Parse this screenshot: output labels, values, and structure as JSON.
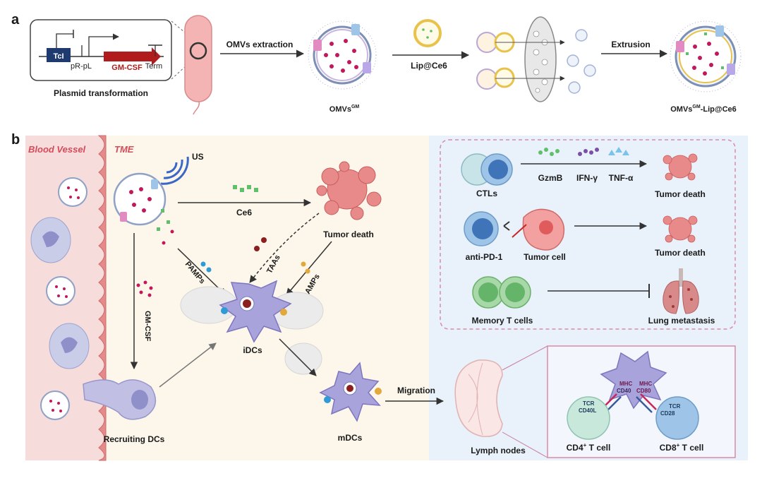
{
  "panels": {
    "a": "a",
    "b": "b"
  },
  "panel_a": {
    "plasmid": {
      "tci": "TcI",
      "promoter": "pR-pL",
      "gene": "GM-CSF",
      "terminator": "Term",
      "caption": "Plasmid transformation"
    },
    "steps": {
      "omv_extraction": "OMVs extraction",
      "lip_ce6": "Lip@Ce6",
      "extrusion": "Extrusion"
    },
    "products": {
      "omvs_gm_base": "OMVs",
      "omvs_gm_sup": "GM",
      "hybrid_base": "OMVs",
      "hybrid_sup": "GM",
      "hybrid_tail": "-Lip@Ce6"
    }
  },
  "panel_b": {
    "regions": {
      "blood_vessel": "Blood Vessel",
      "tme": "TME"
    },
    "labels": {
      "us": "US",
      "ce6": "Ce6",
      "tumor_death": "Tumor death",
      "taas": "TAAs",
      "damps": "DAMPs",
      "pamps": "PAMPs",
      "gm_csf": "GM-CSF",
      "idcs": "iDCs",
      "recruiting_dcs": "Recruiting DCs",
      "mdcs": "mDCs",
      "migration": "Migration",
      "lymph_nodes": "Lymph nodes"
    },
    "effector": {
      "ctls": "CTLs",
      "gzmb": "GzmB",
      "ifn": "IFN-γ",
      "tnf": "TNF-α",
      "tumor_death_1": "Tumor death",
      "anti_pd1": "anti-PD-1",
      "tumor_cell": "Tumor cell",
      "tumor_death_2": "Tumor death",
      "memory_t": "Memory T cells",
      "lung_metastasis": "Lung metastasis"
    },
    "synapse": {
      "cd4_base": "CD4",
      "cd4_sup": "+",
      "cd4_tail": " T cell",
      "cd8_base": "CD8",
      "cd8_sup": "+",
      "cd8_tail": " T cell",
      "mhc_left": "MHC",
      "cd40": "CD40",
      "mhc_right": "MHC",
      "cd80": "CD80",
      "tcr_left": "TCR",
      "cd40l": "CD40L",
      "tcr_right": "TCR",
      "cd28": "CD28"
    }
  },
  "colors": {
    "vessel": "#f7dcdc",
    "tme": "#fcf7ea",
    "immune_bg": "#e9f1fb",
    "dc": "#a9a3dc",
    "tumor": "#e88a8a",
    "gene": "#b01c1c",
    "tci": "#1f3a6e",
    "ce6": "#5fbf6a"
  }
}
